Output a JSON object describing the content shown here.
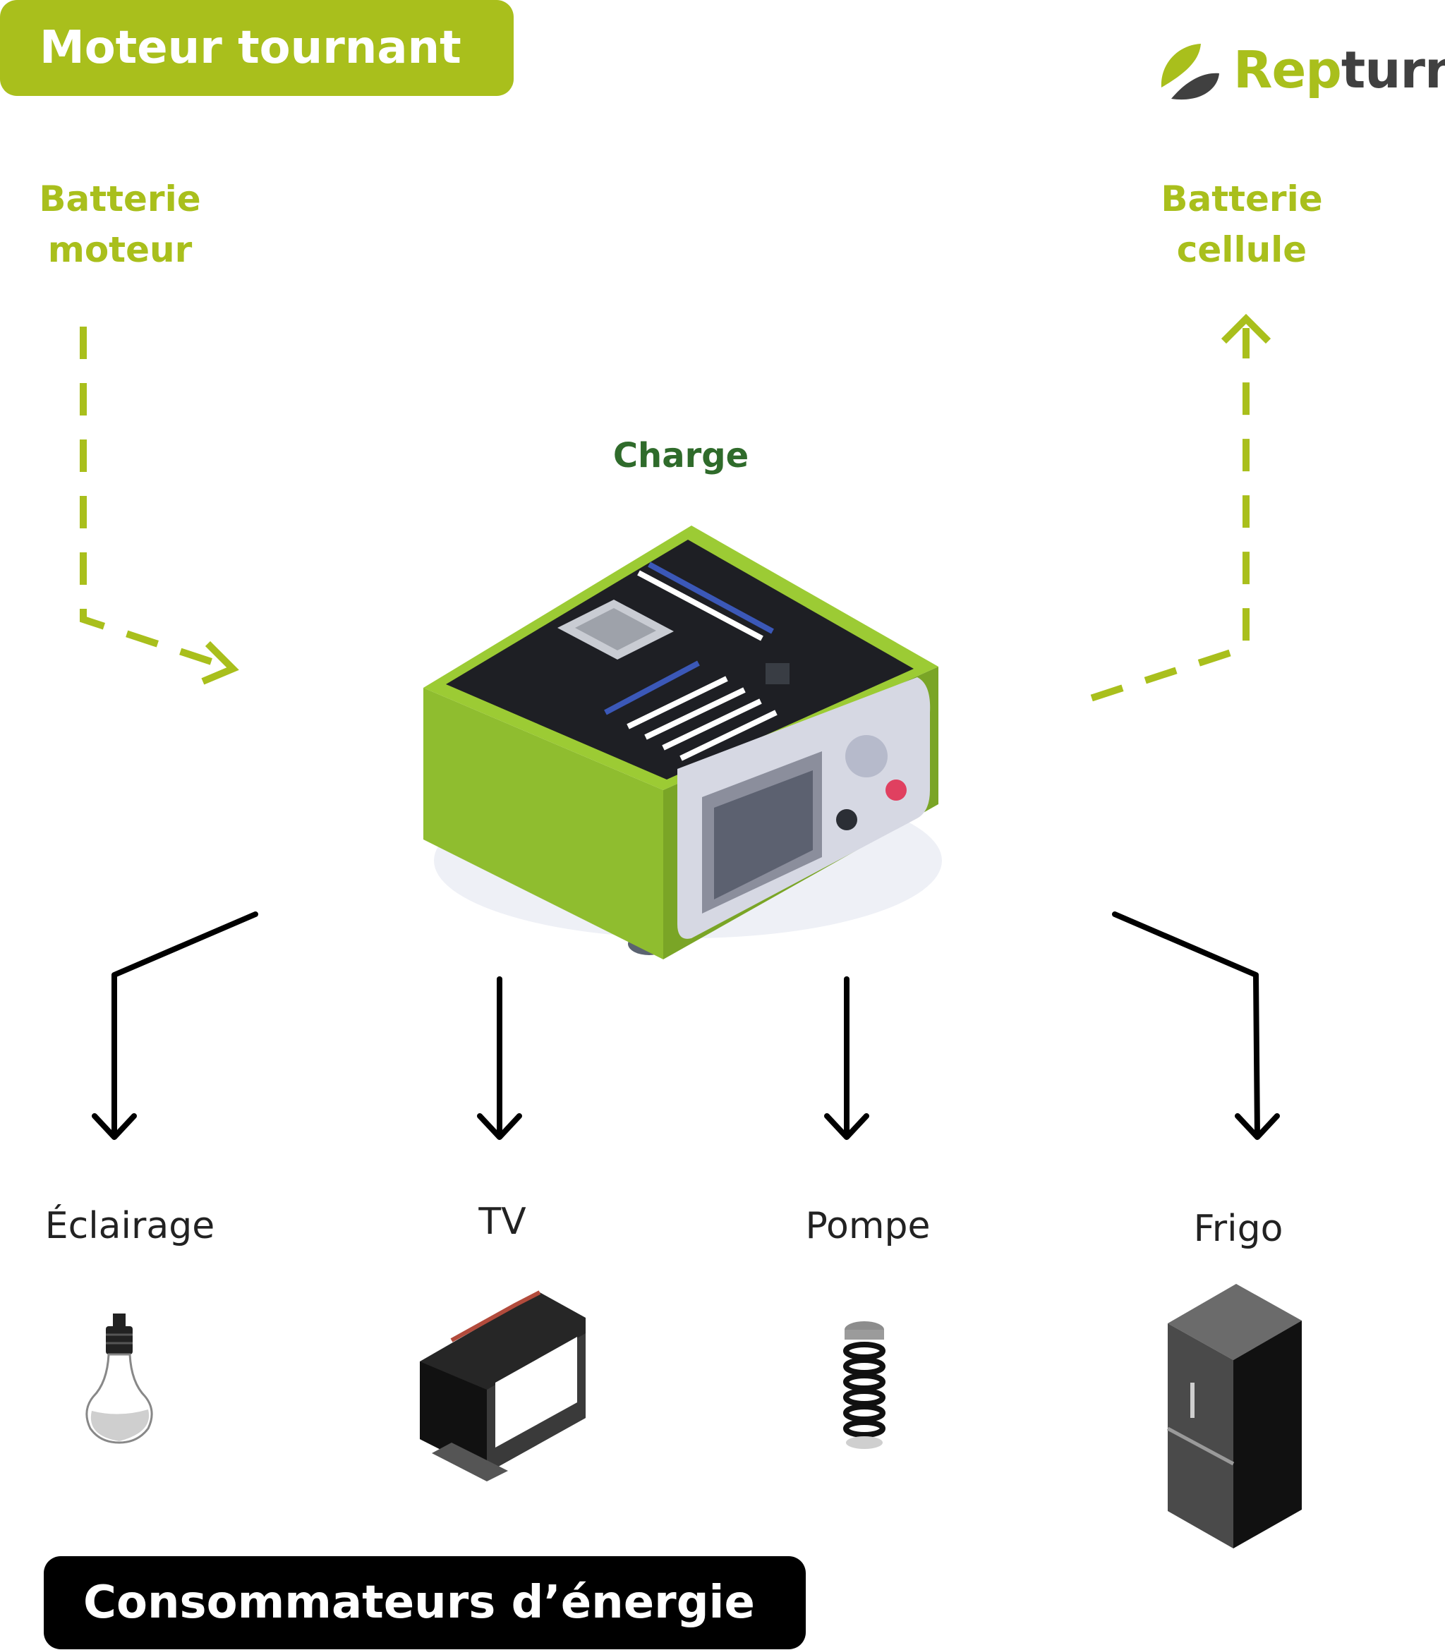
{
  "header": {
    "title": "Moteur tournant"
  },
  "brand": {
    "name_part1": "Rep",
    "name_part2": "turn"
  },
  "sources": {
    "left_line1": "Batterie",
    "left_line2": "moteur",
    "right_line1": "Batterie",
    "right_line2": "cellule"
  },
  "center": {
    "label": "Charge"
  },
  "consumers": [
    {
      "label": "Éclairage",
      "icon": "light-bulb-icon"
    },
    {
      "label": "TV",
      "icon": "tv-icon"
    },
    {
      "label": "Pompe",
      "icon": "pump-spring-icon"
    },
    {
      "label": "Frigo",
      "icon": "fridge-icon"
    }
  ],
  "footer": {
    "title": "Consommateurs d’énergie"
  },
  "colors": {
    "accent": "#a9bf1c",
    "charge_label": "#2f6b2b",
    "dark": "#000000",
    "device_green": "#8fbd2f"
  }
}
